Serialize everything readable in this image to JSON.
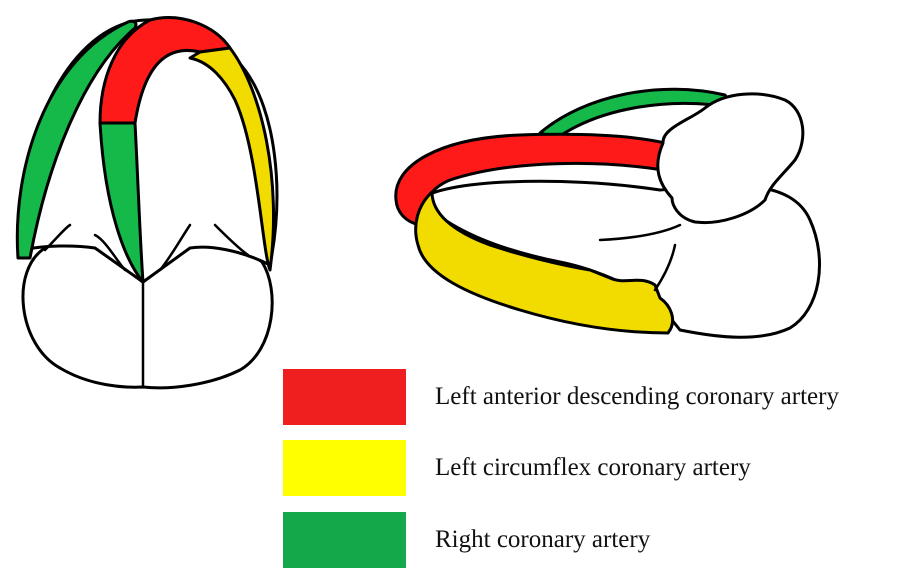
{
  "colors": {
    "lad": "#ff1a1a",
    "lcx": "#f2dc00",
    "rca": "#14b94a",
    "heart_fill": "#ffffff",
    "outline": "#000000"
  },
  "legend": {
    "items": [
      {
        "label": "Left anterior descending coronary artery",
        "color": "#f01f1f"
      },
      {
        "label": "Left circumflex coronary artery",
        "color": "#ffff00"
      },
      {
        "label": "Right coronary artery",
        "color": "#15a84a"
      }
    ]
  }
}
